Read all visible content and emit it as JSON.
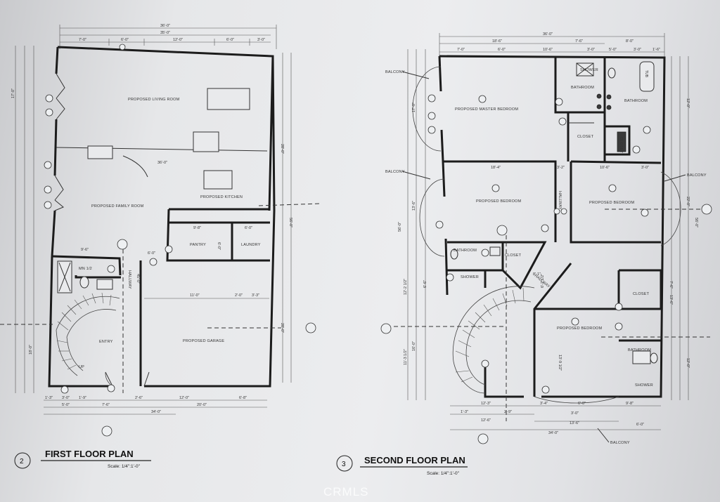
{
  "plan1": {
    "title": "FIRST FLOOR PLAN",
    "number": "2",
    "scale": "Scale: 1/4\":1'-0\"",
    "rooms": {
      "living": "PROPOSED LIVING ROOM",
      "family": "PROPOSED FAMILY ROOM",
      "kitchen": "PROPOSED KITCHEN",
      "pantry": "PANTRY",
      "laundry": "LAUNDRY",
      "hallway": "HALLWAY",
      "garage": "PROPOSED GARAGE",
      "entry": "ENTRY",
      "bath": "MN 1/2",
      "up": "UP"
    },
    "dims": {
      "top1": "36'-0\"",
      "top2": "35'-0\"",
      "t_a": "7'-0\"",
      "t_b": "6'-0\"",
      "t_c": "12'-0\"",
      "t_d": "6'-0\"",
      "t_e": "3'-0\"",
      "bottom1": "34'-0\"",
      "b_a": "5'-0\"",
      "b_b": "7'-6\"",
      "b_c": "2'-6\"",
      "b_d": "12'-0\"",
      "b_e": "20'-0\"",
      "b_f": "6'-8\"",
      "b_g": "1'-3\"",
      "b_h": "3'-0\"",
      "b_i": "1'-9\"",
      "right1": "28'-0\"",
      "right2": "56'-0\"",
      "right3": "28'-0\"",
      "left1": "17'-0\"",
      "left2": "18'-0\"",
      "mid1": "36'-0\"",
      "pantry_w": "9'-8\"",
      "laundry_w": "6'-0\"",
      "pantry_h": "6'-0\"",
      "hall1": "9'-6\"",
      "hall2": "6'-0\"",
      "hall3": "11'-0\"",
      "hall4": "2'-0\"",
      "hall5": "3'-3\"",
      "hall6": "45'-0\""
    }
  },
  "plan2": {
    "title": "SECOND FLOOR PLAN",
    "number": "3",
    "scale": "Scale: 1/4\":1'-0\"",
    "rooms": {
      "master": "PROPOSED MASTER BEDROOM",
      "bathroom1": "BATHROOM",
      "bathroom2": "BATHROOM",
      "shower1": "SHOWER",
      "closet1": "CLOSET",
      "closet1b": "CLOSET",
      "tub": "TUB",
      "bedroom1": "PROPOSED BEDROOM",
      "bedroom2": "PROPOSED BEDROOM",
      "bedroom3": "PROPOSED BEDROOM",
      "hallway1": "HALLWAY",
      "hallway2": "HALLWAY",
      "bathroom3": "BATHROOM",
      "shower2": "SHOWER",
      "closet2": "CLOSET",
      "closet3": "CLOSET",
      "bathroom4": "BATHROOM",
      "shower3": "SHOWER",
      "balcony1": "BALCONY",
      "balcony2": "BALCONY",
      "balcony3": "BALCONY",
      "balcony4": "BALCONY"
    },
    "dims": {
      "top1": "36'-0\"",
      "top2": "18'-6\"",
      "top3": "7'-6\"",
      "t_a": "7'-0\"",
      "t_b": "6'-0\"",
      "t_c": "10'-6\"",
      "t_d": "3'-0\"",
      "t_e": "5'-0\"",
      "t_f": "3'-0\"",
      "t_g": "1'-6\"",
      "t_h": "8'-0\"",
      "bottom1": "34'-0\"",
      "bottom2": "13'-6\"",
      "b_a": "1'-3\"",
      "b_b": "2'-9\"",
      "b_c": "12'-3\"",
      "b_d": "12'-6\"",
      "b_e": "3'-4\"",
      "b_f": "6'-0\"",
      "b_g": "3'-0\"",
      "b_h": "9'-8\"",
      "b_i": "6'-0\"",
      "mid1": "18'-4\"",
      "mid2": "10'-6\"",
      "mid3": "3'-0\"",
      "mid4": "3'-2\"",
      "right1": "12'-0\"",
      "right2": "22'-0\"",
      "right3": "56'-0\"",
      "right4": "12'-0\"",
      "right5": "7'-6\"",
      "right6": "13'-6\"",
      "left1": "17'-0\"",
      "left2": "13'-6\"",
      "left3": "12'-2 1/2\"",
      "left4": "11'-3 1/2\"",
      "left5": "16'-0\"",
      "left6": "56'-0\"",
      "inner1": "6'-2 1/2\"",
      "inner2": "13'-9 1/2\"",
      "inner3": "8'-1\"",
      "inner4": "6'-6\""
    }
  },
  "watermark": "CRMLS"
}
